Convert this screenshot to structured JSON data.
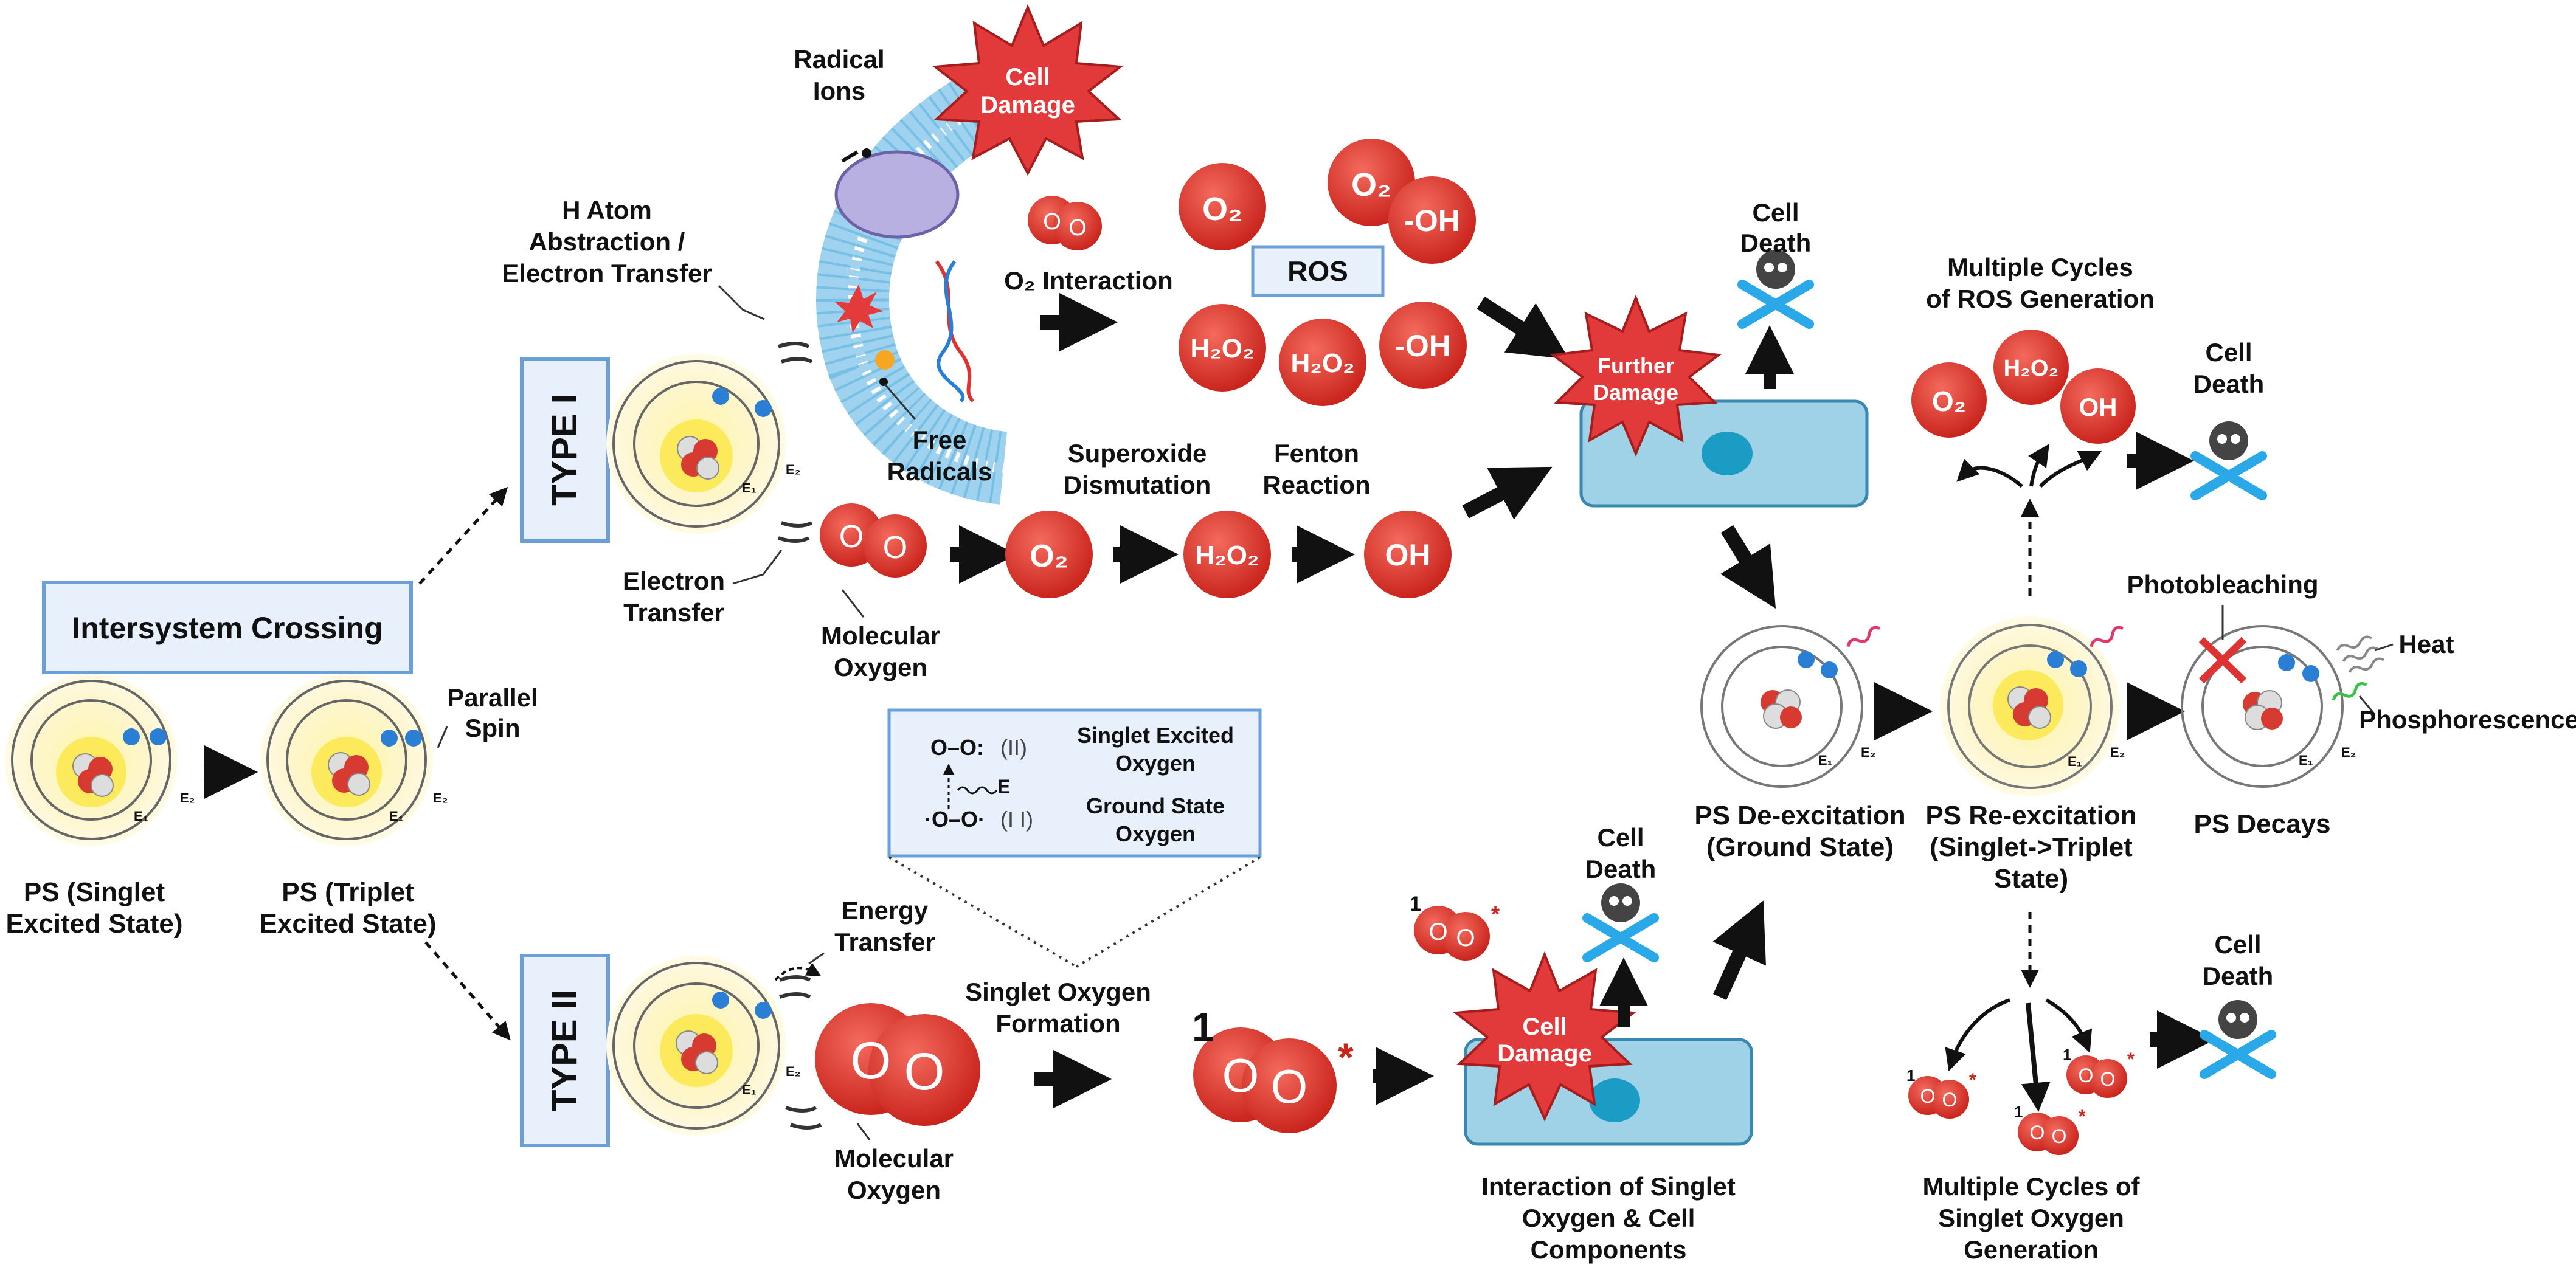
{
  "labels": {
    "intersystem_crossing": "Intersystem Crossing",
    "type1": "TYPE I",
    "type2": "TYPE II",
    "parallel_spin_1": "Parallel",
    "parallel_spin_2": "Spin",
    "ps_singlet_1": "PS (Singlet",
    "ps_singlet_2": "Excited State)",
    "ps_triplet_1": "PS (Triplet",
    "ps_triplet_2": "Excited State)",
    "h_atom_1": "H Atom",
    "h_atom_2": "Abstraction /",
    "h_atom_3": "Electron Transfer",
    "electron_transfer_1": "Electron",
    "electron_transfer_2": "Transfer",
    "radical_ions_1": "Radical",
    "radical_ions_2": "Ions",
    "free_radicals_1": "Free",
    "free_radicals_2": "Radicals",
    "cell_damage_1": "Cell",
    "cell_damage_2": "Damage",
    "further_damage_1": "Further",
    "further_damage_2": "Damage",
    "o2_interaction": "O₂ Interaction",
    "ros": "ROS",
    "molecular_oxygen_1": "Molecular",
    "molecular_oxygen_2": "Oxygen",
    "superoxide_1": "Superoxide",
    "superoxide_2": "Dismutation",
    "fenton_1": "Fenton",
    "fenton_2": "Reaction",
    "cell_death_1": "Cell",
    "cell_death_2": "Death",
    "multi_ros_1": "Multiple Cycles",
    "multi_ros_2": "of ROS Generation",
    "photobleaching": "Photobleaching",
    "heat": "Heat",
    "phosphorescence": "Phosphorescence",
    "deexc_1": "PS De-excitation",
    "deexc_2": "(Ground State)",
    "reexc_1": "PS Re-excitation",
    "reexc_2": "(Singlet->Triplet",
    "reexc_3": "State)",
    "decays": "PS Decays",
    "energy_transfer_1": "Energy",
    "energy_transfer_2": "Transfer",
    "singlet_form_1": "Singlet Oxygen",
    "singlet_form_2": "Formation",
    "singlet_excited_1": "Singlet Excited",
    "singlet_excited_2": "Oxygen",
    "ground_state_1": "Ground State",
    "ground_state_2": "Oxygen",
    "interaction_1": "Interaction of Singlet",
    "interaction_2": "Oxygen & Cell",
    "interaction_3": "Components",
    "multi_singlet_1": "Multiple Cycles of",
    "multi_singlet_2": "Singlet Oxygen",
    "multi_singlet_3": "Generation",
    "oh_minus": "-OH",
    "oh_radical": "OH",
    "h2o2": "H₂O₂",
    "o2": "O₂",
    "o": "O",
    "e": "E",
    "one": "1",
    "star": "*",
    "e1": "E₁",
    "e2": "E₂"
  }
}
